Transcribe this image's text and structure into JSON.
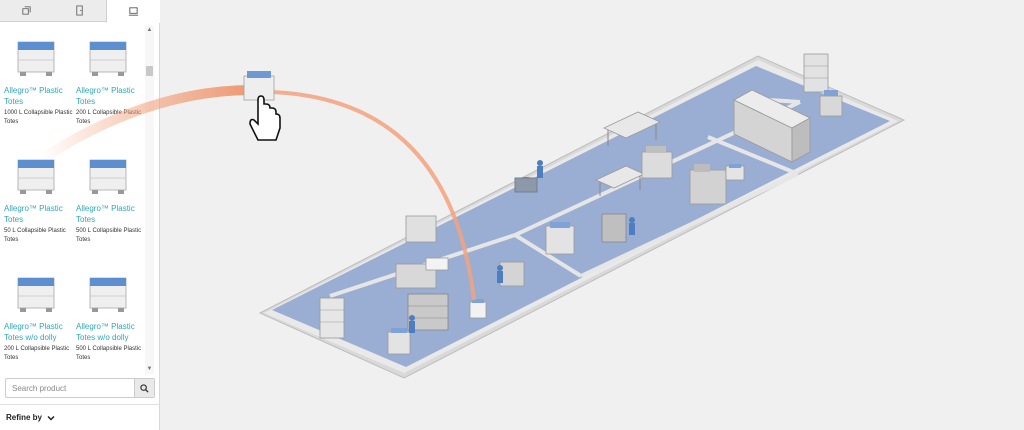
{
  "sidebar": {
    "tabs": [
      {
        "icon": "layers-icon",
        "active": false
      },
      {
        "icon": "door-icon",
        "active": false
      },
      {
        "icon": "laptop-icon",
        "active": true
      }
    ],
    "products": [
      {
        "title": "Allegro™ Plastic Totes",
        "subtitle": "1000 L Collapsible Plastic Totes"
      },
      {
        "title": "Allegro™ Plastic Totes",
        "subtitle": "200 L Collapsible Plastic Totes"
      },
      {
        "title": "Allegro™ Plastic Totes",
        "subtitle": "50 L Collapsible Plastic Totes"
      },
      {
        "title": "Allegro™ Plastic Totes",
        "subtitle": "500 L Collapsible Plastic Totes"
      },
      {
        "title": "Allegro™ Plastic Totes w/o dolly",
        "subtitle": "200 L Collapsible Plastic Totes"
      },
      {
        "title": "Allegro™ Plastic Totes w/o dolly",
        "subtitle": "500 L Collapsible Plastic Totes"
      }
    ],
    "search": {
      "placeholder": "Search product"
    },
    "refine_label": "Refine by"
  },
  "colors": {
    "accent": "#2fa7b6",
    "floor": "#9aaed3",
    "wall": "#e6e6e6",
    "drag_arc": "#f2a27e"
  }
}
